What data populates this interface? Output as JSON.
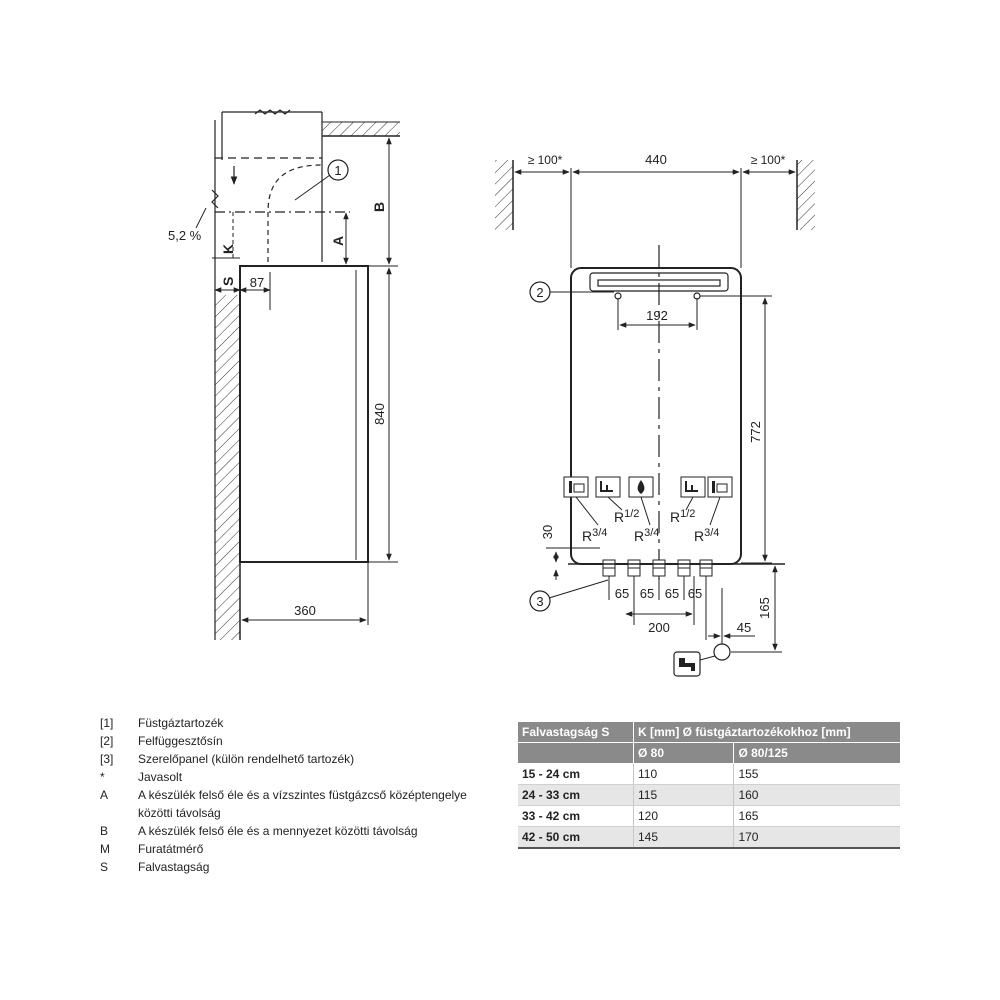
{
  "side_view": {
    "dim_87": "87",
    "dim_840": "840",
    "dim_360": "360",
    "label_b": "B",
    "label_a": "A",
    "label_k": "K",
    "label_s": "S",
    "slope": "5,2 %",
    "callout_1": "1"
  },
  "front_view": {
    "clear_left": "≥ 100*",
    "width_440": "440",
    "clear_right": "≥ 100*",
    "callout_2": "2",
    "dim_192": "192",
    "dim_772": "772",
    "dim_30": "30",
    "callout_3": "3",
    "pipe_labels": [
      "R",
      "3/4",
      "R",
      "1/2",
      "R",
      "3/4",
      "R",
      "1/2",
      "R",
      "3/4"
    ],
    "spacing": [
      "65",
      "65",
      "65",
      "65"
    ],
    "dim_200": "200",
    "dim_45": "45",
    "dim_165": "165",
    "icons": [
      "heating-flow-icon",
      "hot-water-icon",
      "gas-icon",
      "cold-water-icon",
      "heating-return-icon",
      "drain-icon"
    ]
  },
  "legend": [
    {
      "key": "[1]",
      "text": "Füstgáztartozék"
    },
    {
      "key": "[2]",
      "text": "Felfüggesztősín"
    },
    {
      "key": "[3]",
      "text": "Szerelőpanel (külön rendelhető tartozék)"
    },
    {
      "key": "*",
      "text": "Javasolt"
    },
    {
      "key": "A",
      "text": "A készülék felső éle és a vízszintes füstgázcső középtengelye közötti távolság"
    },
    {
      "key": "B",
      "text": "A készülék felső éle és a mennyezet közötti távolság"
    },
    {
      "key": "M",
      "text": "Furatátmérő"
    },
    {
      "key": "S",
      "text": "Falvastagság"
    }
  ],
  "table": {
    "header_col1": "Falvastagság S",
    "header_col2": "K [mm] Ø füstgáztartozékokhoz [mm]",
    "sub_80": "Ø 80",
    "sub_80_125": "Ø 80/125",
    "rows": [
      {
        "s": "15 - 24 cm",
        "k80": "110",
        "k80125": "155"
      },
      {
        "s": "24 - 33 cm",
        "k80": "115",
        "k80125": "160"
      },
      {
        "s": "33 - 42 cm",
        "k80": "120",
        "k80125": "165"
      },
      {
        "s": "42 - 50 cm",
        "k80": "145",
        "k80125": "170"
      }
    ]
  }
}
